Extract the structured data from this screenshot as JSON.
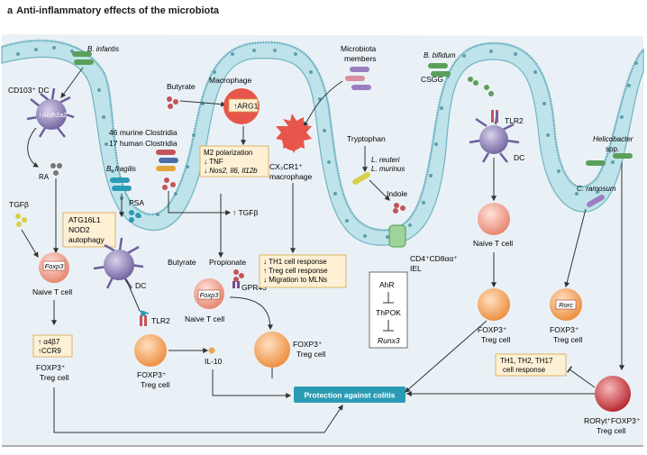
{
  "panel": {
    "letter": "a",
    "title": "Anti-inflammatory effects of the microbiota"
  },
  "labels": {
    "b_infantis": "B. infantis",
    "cd103_dc": "CD103⁺ DC",
    "aldh1a2": "Aldh1a2",
    "aldh1a2_arrow": "↑",
    "ra": "RA",
    "tgfb_left": "TGFβ",
    "foxp3_left": "Foxp3",
    "naive_t_left": "Naive T cell",
    "a4b7": "↑ α4β7",
    "ccr9": "↑CCR9",
    "foxp3_treg_left_1": "FOXP3⁺",
    "foxp3_treg_left_2": "Treg cell",
    "clostridia_1": "46 murine Clostridia",
    "clostridia_2": "17 human Clostridia",
    "b_fragilis": "B. fragilis",
    "psa": "PSA",
    "atg_1": "ATG16L1",
    "atg_2": "NOD2",
    "atg_3": "autophagy",
    "dc_mid": "DC",
    "tlr2_left": "TLR2",
    "il10": "IL-10",
    "foxp3_treg_b_1": "FOXP3⁺",
    "foxp3_treg_b_2": "Treg cell",
    "butyrate_top": "Butyrate",
    "macrophage": "Macrophage",
    "arg1": "↑ARG1",
    "m2_1": "M2 polarization",
    "m2_2": "↓ TNF",
    "m2_3": "↓ Nos2, Il6, Il12b",
    "tgfb_mid": "↑ TGFβ",
    "butyrate_mid": "Butyrate",
    "propionate": "Propionate",
    "gpr43": "GPR43",
    "foxp3_mid": "Foxp3",
    "naive_t_mid": "Naive T cell",
    "foxp3_treg_mid_1": "FOXP3⁺",
    "foxp3_treg_mid_2": "Treg cell",
    "microbiota_1": "Microbiota",
    "microbiota_2": "members",
    "cx3cr1_1": "CX₃CR1⁺",
    "cx3cr1_2": "macrophage",
    "resp_1": "↓ TH1 cell response",
    "resp_2": "↑ Treg cell response",
    "resp_3": "↓ Migration to MLNs",
    "tryptophan": "Tryptophan",
    "l_reuteri": "L. reuteri",
    "l_murinus": "L. murinus",
    "indole": "Indole",
    "iel_1": "CD4⁺CD8αα⁺",
    "iel_2": "IEL",
    "ahr": "AhR",
    "thpok": "ThPOK",
    "runx3": "Runx3",
    "b_bifidum": "B. bifidum",
    "csgg": "CSGG",
    "tlr2_right": "TLR2",
    "dc_right": "DC",
    "naive_t_right": "Naive T cell",
    "foxp3_treg_r_1": "FOXP3⁺",
    "foxp3_treg_r_2": "Treg cell",
    "helicobacter_1": "Helicobacter",
    "helicobacter_2": "spp.",
    "c_ramosum": "C. ramosum",
    "rorc": "Rorc",
    "foxp3_treg_rr_1": "FOXP3⁺",
    "foxp3_treg_rr_2": "Treg cell",
    "th_resp_1": "TH1, TH2, TH17",
    "th_resp_2": "cell response",
    "ror_1": "RORγt⁺FOXP3⁺",
    "ror_2": "Treg cell",
    "protection": "Protection against colitis"
  },
  "colors": {
    "epithelium": "#bfe3ea",
    "epithelium_edge": "#6fb3c3",
    "nucleus": "#5f9eb0",
    "lamina": "#e8f0f6",
    "lumen": "#d6e8f2",
    "dc": "#8b7bb3",
    "t_naive": "#f2a98e",
    "t_treg": "#f6a24d",
    "ror_cell": "#c8323a",
    "macrophage": "#e7564b",
    "protection_box": "#2b9bb5",
    "box_fill": "#fdf0d5",
    "box_edge": "#d9a441"
  }
}
